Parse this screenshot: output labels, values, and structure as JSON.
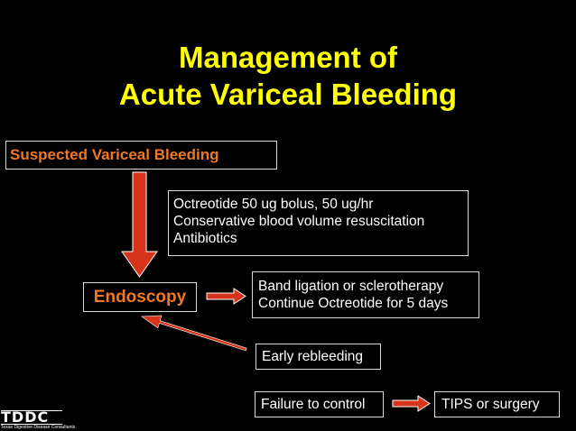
{
  "title": {
    "line1": "Management of",
    "line2": "Acute Variceal Bleeding"
  },
  "nodes": {
    "suspected": "Suspected Variceal Bleeding",
    "meds": [
      "Octreotide 50 ug bolus, 50 ug/hr",
      "Conservative blood volume resuscitation",
      "Antibiotics"
    ],
    "endoscopy": "Endoscopy",
    "band": [
      "Band ligation or sclerotherapy",
      "Continue Octreotide for 5 days"
    ],
    "rebleeding": "Early rebleeding",
    "failure": "Failure to control",
    "tips": "TIPS or surgery"
  },
  "logo": {
    "mark": "TDDC",
    "text": "Texas Digestive Disease Consultants"
  },
  "colors": {
    "background": "#000000",
    "title": "#ffff00",
    "highlight_text": "#f07820",
    "body_text": "#ffffff",
    "box_border": "#d9d9d9",
    "arrow_fill": "#d8341c",
    "arrow_stroke": "#ffffff"
  }
}
